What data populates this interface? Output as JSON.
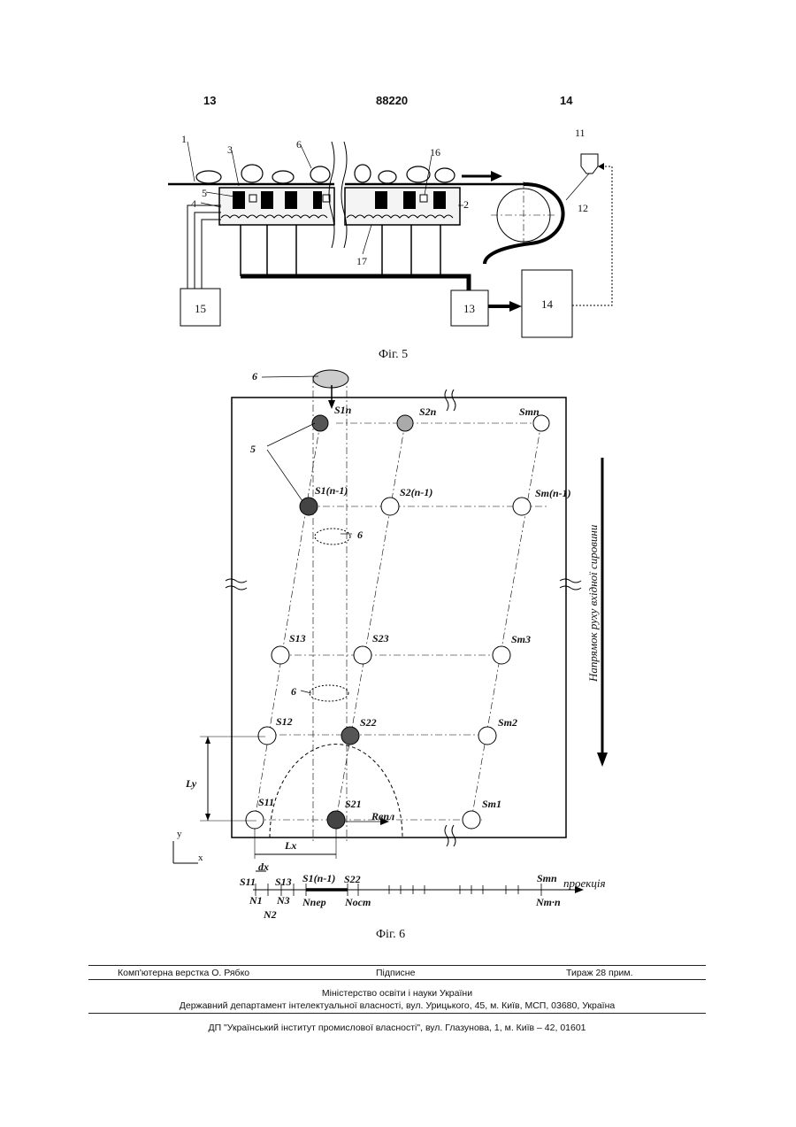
{
  "header": {
    "left": "13",
    "center": "88220",
    "right": "14"
  },
  "fig5": {
    "caption": "Фіг. 5",
    "labels": {
      "l1": "1",
      "l2": "2",
      "l3": "3",
      "l4": "4",
      "l5": "5",
      "l6": "6",
      "l11": "11",
      "l12": "12",
      "l16": "16",
      "l17": "17"
    },
    "boxes": {
      "b15": "15",
      "b13": "13",
      "b14": "14"
    }
  },
  "fig6": {
    "caption": "Фіг. 6",
    "side_text": "Напрямок руху вхідної сировини",
    "labels": {
      "six_a": "6",
      "six_b": "6",
      "six_c": "6",
      "five": "5",
      "S1n": "S1n",
      "S2n": "S2n",
      "Smn": "Smn",
      "S1n1": "S1(n-1)",
      "S2n1": "S2(n-1)",
      "Smn1": "Sm(n-1)",
      "S13": "S13",
      "S23": "S23",
      "Sm3": "Sm3",
      "S12": "S12",
      "S22": "S22",
      "Sm2": "Sm2",
      "S11": "S11",
      "S21": "S21",
      "Sm1": "Sm1",
      "Ly": "Ly",
      "Lx": "Lx",
      "Rvpl": "Rвпл",
      "y": "y",
      "x": "x"
    },
    "projection": {
      "title": "проекція",
      "dx": "dx",
      "S11": "S11",
      "S13": "S13",
      "S1n1": "S1(n-1)",
      "S22": "S22",
      "Smn": "Smn",
      "N1": "N1",
      "N3": "N3",
      "N2": "N2",
      "Nper": "Nпер",
      "Nost": "Nост",
      "Nmn": "Nm·n"
    }
  },
  "footer": {
    "typesetter": "Комп'ютерна верстка О. Рябко",
    "signed": "Підписне",
    "circulation": "Тираж 28 прим.",
    "ministry": "Міністерство освіти і науки України",
    "department": "Державний департамент інтелектуальної власності, вул. Урицького, 45, м. Київ, МСП, 03680, Україна",
    "institute": "ДП \"Український інститут промислової власності\", вул. Глазунова, 1, м. Київ – 42, 01601"
  }
}
